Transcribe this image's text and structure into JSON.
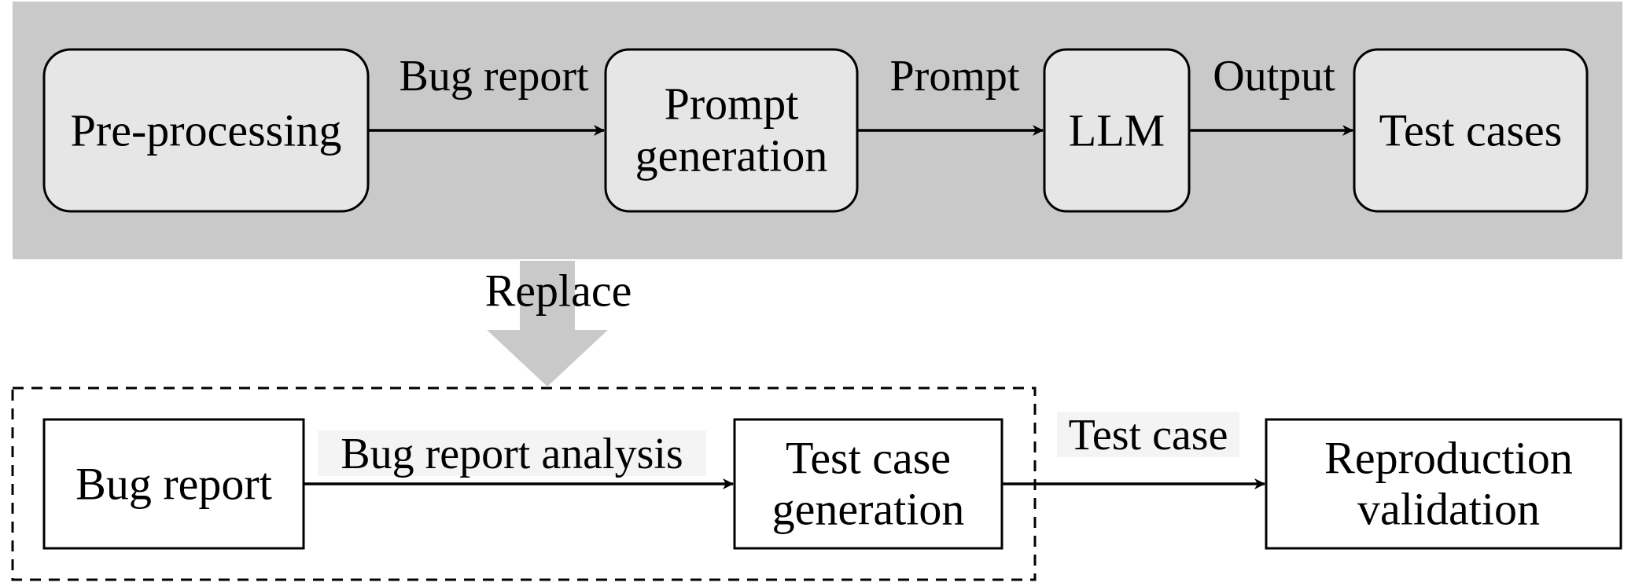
{
  "top_pipeline": {
    "boxes": {
      "preprocessing": "Pre-processing",
      "prompt_generation": [
        "Prompt",
        "generation"
      ],
      "llm": "LLM",
      "test_cases": "Test cases"
    },
    "arrows": {
      "bug_report": "Bug report",
      "prompt": "Prompt",
      "output": "Output"
    }
  },
  "replace_label": "Replace",
  "bottom_pipeline": {
    "boxes": {
      "bug_report": "Bug report",
      "test_case_generation": [
        "Test case",
        "generation"
      ],
      "reproduction_validation": [
        "Reproduction",
        "validation"
      ]
    },
    "arrows": {
      "bug_report_analysis": "Bug report analysis",
      "test_case": "Test case"
    }
  },
  "colors": {
    "top_panel_background": "#c9c9c9",
    "rounded_box_fill": "#e6e6e6",
    "replace_arrow": "#c9c9c9",
    "line": "#000000"
  }
}
